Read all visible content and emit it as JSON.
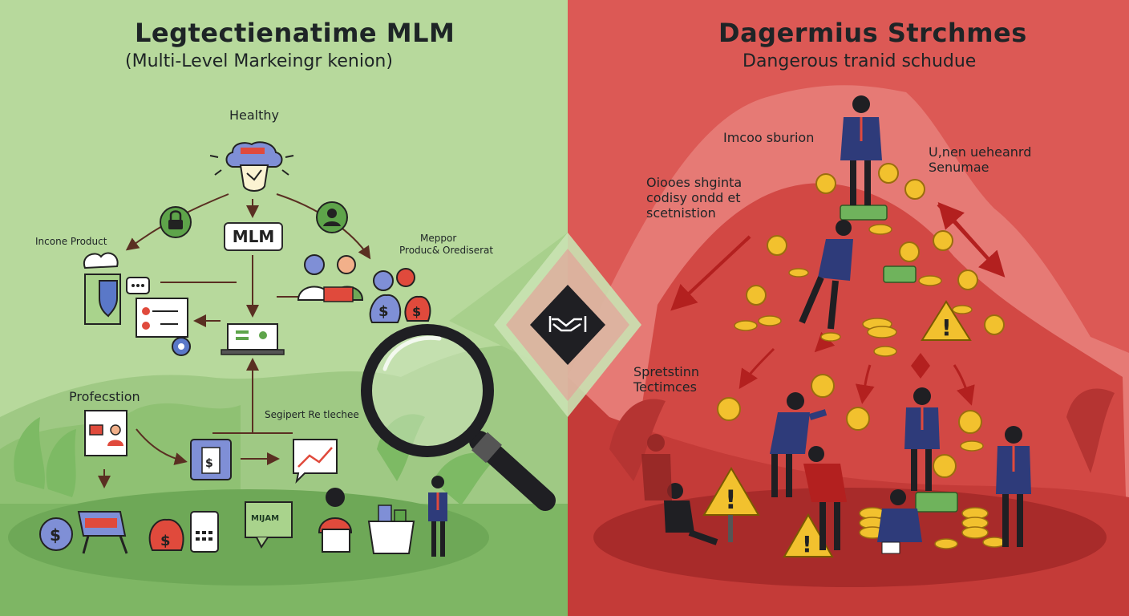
{
  "left_panel": {
    "title": "Legtectienatime MLM",
    "subtitle": "(Multi-Level Markeingr kenion)",
    "labels": {
      "healthy": "Healthy",
      "center_box": "MLM",
      "income_product": "Incone Product",
      "mappor_line1": "Meppor",
      "mappor_line2": "Produc& Orediserat",
      "profession": "Profecstion",
      "support": "Segipert Re tlechee",
      "chat_box": "MIJAM"
    },
    "colors": {
      "background": "#b5d89a",
      "ground": "#7fb565"
    }
  },
  "right_panel": {
    "title": "Dagermius Strchmes",
    "subtitle": "Dangerous tranid schudue",
    "labels": {
      "top_center": "Imcoo sburion",
      "top_right": "U,nen ueheanrd\nSenumae",
      "left_upper": "Oiooes shginta\ncodisy ondd et\nscetnistion",
      "left_lower": "Spretstinn\nTectimces"
    },
    "colors": {
      "background": "#db5450",
      "ground": "#c23a38"
    }
  },
  "center": {
    "icon": "handshake-icon",
    "tool": "magnifying-glass-icon"
  }
}
